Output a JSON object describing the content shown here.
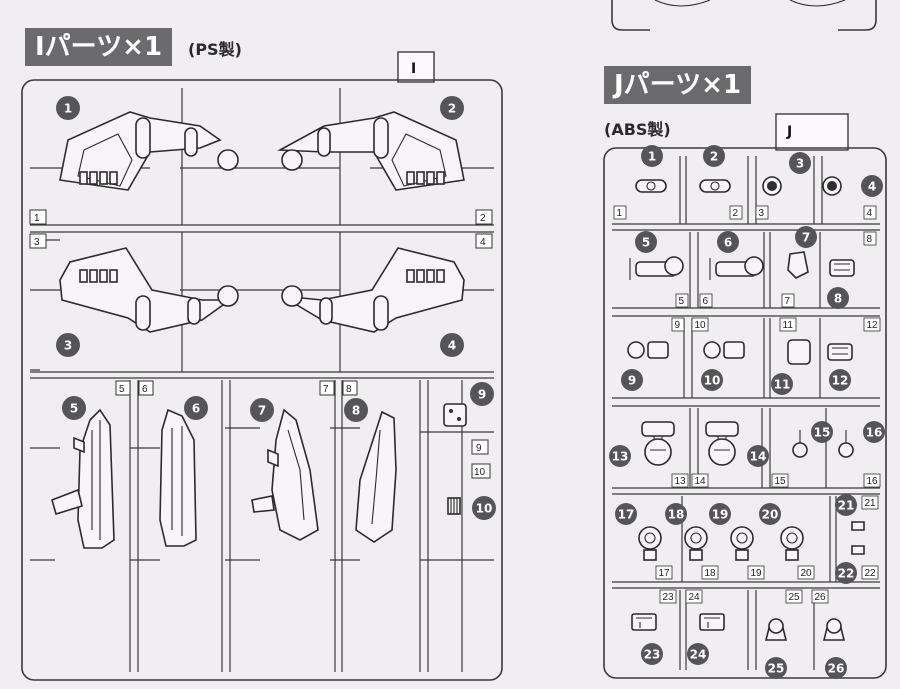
{
  "sections": {
    "i": {
      "title": "Iパーツ×1",
      "material": "(PS製)",
      "tab": "I"
    },
    "j": {
      "title": "Jパーツ×1",
      "material": "(ABS製)",
      "tab": "J"
    }
  },
  "i_numbers": [
    "1",
    "2",
    "3",
    "4",
    "5",
    "6",
    "7",
    "8",
    "9",
    "10"
  ],
  "j_numbers": [
    "1",
    "2",
    "3",
    "4",
    "5",
    "6",
    "7",
    "8",
    "9",
    "10",
    "11",
    "12",
    "13",
    "14",
    "15",
    "16",
    "17",
    "18",
    "19",
    "20",
    "21",
    "22",
    "23",
    "24",
    "25",
    "26"
  ],
  "colors": {
    "background": "#f1eef2",
    "title_bg": "#6b6b6e",
    "badge": "#555558",
    "line": "#3a3a3a"
  }
}
